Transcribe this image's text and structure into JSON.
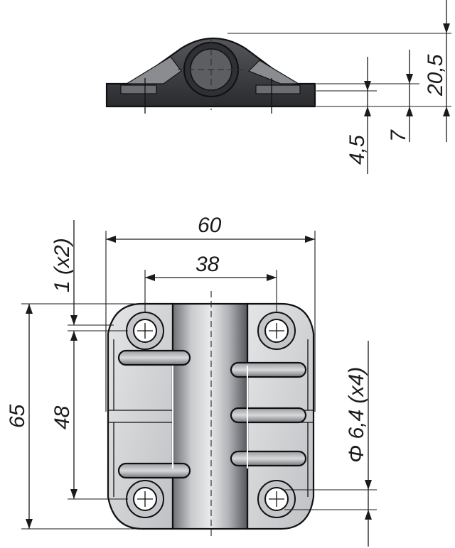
{
  "dimensions": {
    "height_side": "20,5",
    "thickness_base": "4,5",
    "thickness_leaf": "7",
    "width_total": "60",
    "hole_spacing_x": "38",
    "height_total": "65",
    "hole_spacing_y": "48",
    "offset": "1 (x2)",
    "hole_diameter": "Φ 6,4 (x4)"
  },
  "colors": {
    "line": "#1a1a1a",
    "body_light": "#d9dadc",
    "body_mid": "#b9bbbe",
    "body_dark": "#44464a",
    "background": "#ffffff"
  }
}
